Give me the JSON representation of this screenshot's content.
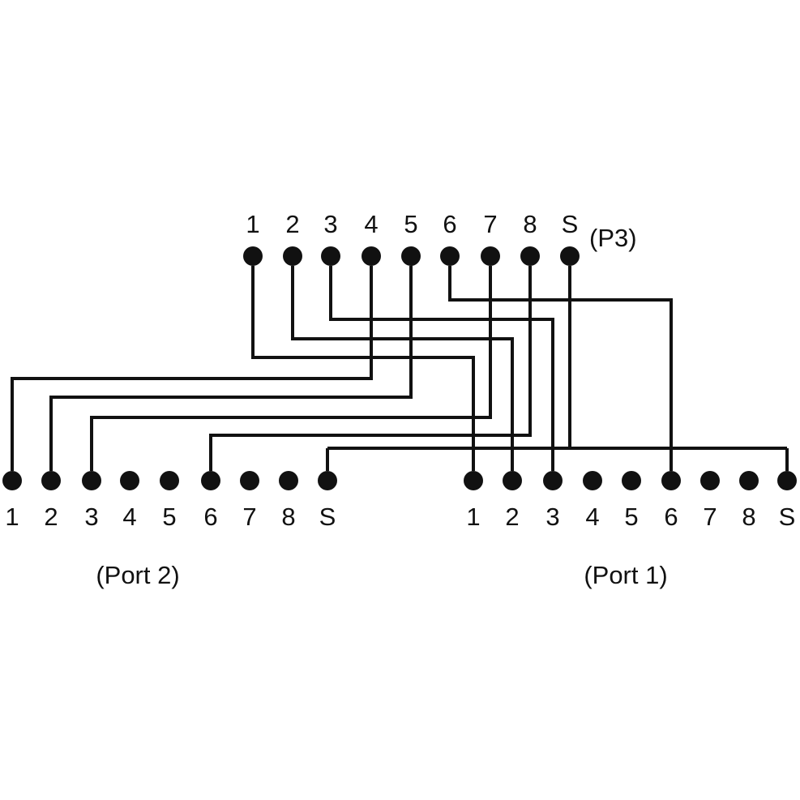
{
  "connectors": {
    "p3": {
      "name": "(P3)",
      "pins": [
        "1",
        "2",
        "3",
        "4",
        "5",
        "6",
        "7",
        "8",
        "S"
      ]
    },
    "port2": {
      "name": "(Port 2)",
      "pins": [
        "1",
        "2",
        "3",
        "4",
        "5",
        "6",
        "7",
        "8",
        "S"
      ]
    },
    "port1": {
      "name": "(Port 1)",
      "pins": [
        "1",
        "2",
        "3",
        "4",
        "5",
        "6",
        "7",
        "8",
        "S"
      ]
    }
  },
  "connections": [
    {
      "from": "P3-1",
      "to": [
        "Port1-1"
      ]
    },
    {
      "from": "P3-2",
      "to": [
        "Port1-2"
      ]
    },
    {
      "from": "P3-3",
      "to": [
        "Port1-3"
      ]
    },
    {
      "from": "P3-4",
      "to": [
        "Port2-1"
      ]
    },
    {
      "from": "P3-5",
      "to": [
        "Port2-2"
      ]
    },
    {
      "from": "P3-6",
      "to": [
        "Port1-6"
      ]
    },
    {
      "from": "P3-7",
      "to": [
        "Port2-3"
      ]
    },
    {
      "from": "P3-8",
      "to": [
        "Port2-6"
      ]
    },
    {
      "from": "P3-S",
      "to": [
        "Port2-S",
        "Port1-S"
      ]
    }
  ],
  "colors": {
    "ink": "#111111",
    "background": "#ffffff"
  }
}
